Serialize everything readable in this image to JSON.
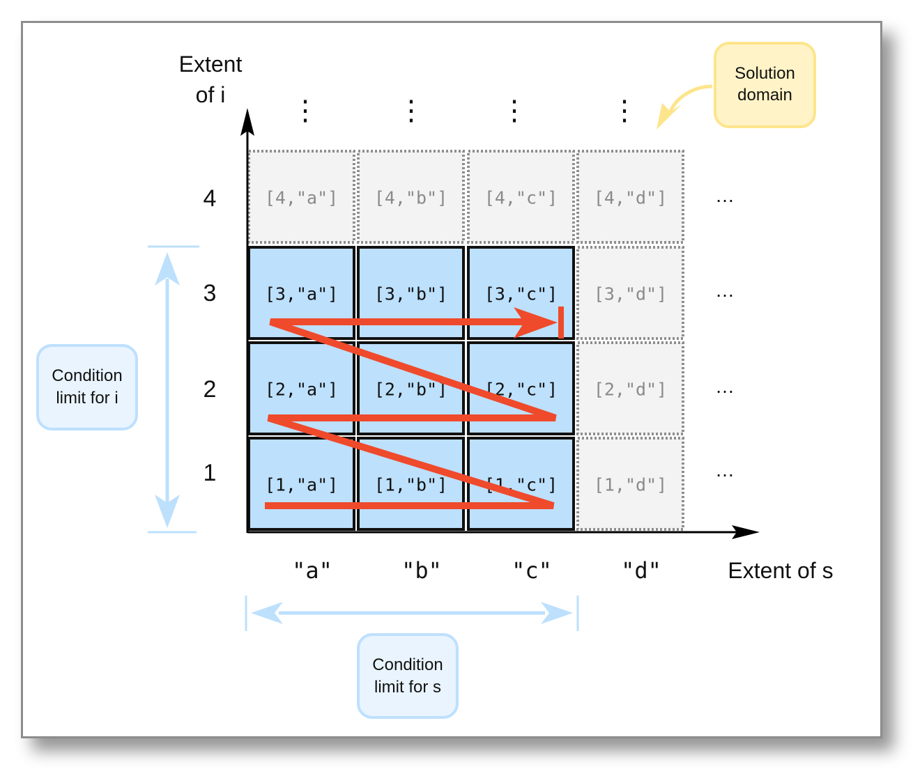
{
  "axes": {
    "y_title_line1": "Extent",
    "y_title_line2": "of i",
    "x_title": "Extent of s"
  },
  "row_labels": [
    "4",
    "3",
    "2",
    "1"
  ],
  "col_labels": [
    "\"a\"",
    "\"b\"",
    "\"c\"",
    "\"d\""
  ],
  "cells": [
    [
      "[4,\"a\"]",
      "[4,\"b\"]",
      "[4,\"c\"]",
      "[4,\"d\"]"
    ],
    [
      "[3,\"a\"]",
      "[3,\"b\"]",
      "[3,\"c\"]",
      "[3,\"d\"]"
    ],
    [
      "[2,\"a\"]",
      "[2,\"b\"]",
      "[2,\"c\"]",
      "[2,\"d\"]"
    ],
    [
      "[1,\"a\"]",
      "[1,\"b\"]",
      "[1,\"c\"]",
      "[1,\"d\"]"
    ]
  ],
  "row_ellipsis": "…",
  "col_ellipsis": "⋮",
  "callouts": {
    "solution_domain": [
      "Solution",
      "domain"
    ],
    "condition_i": [
      "Condition",
      "limit for i"
    ],
    "condition_s": [
      "Condition",
      "limit for s"
    ]
  },
  "colors": {
    "in_domain_fill": "#bde0fd",
    "out_domain_fill": "#f3f3f3",
    "traversal": "#ef4a2b",
    "limit_marker": "#bde0fd",
    "solution_callout_fill": "#fff3c7",
    "solution_callout_border": "#fde58c",
    "condition_callout_fill": "#eaf4ff",
    "condition_callout_border": "#bde0fd",
    "dim_text": "#8a8a8a"
  }
}
